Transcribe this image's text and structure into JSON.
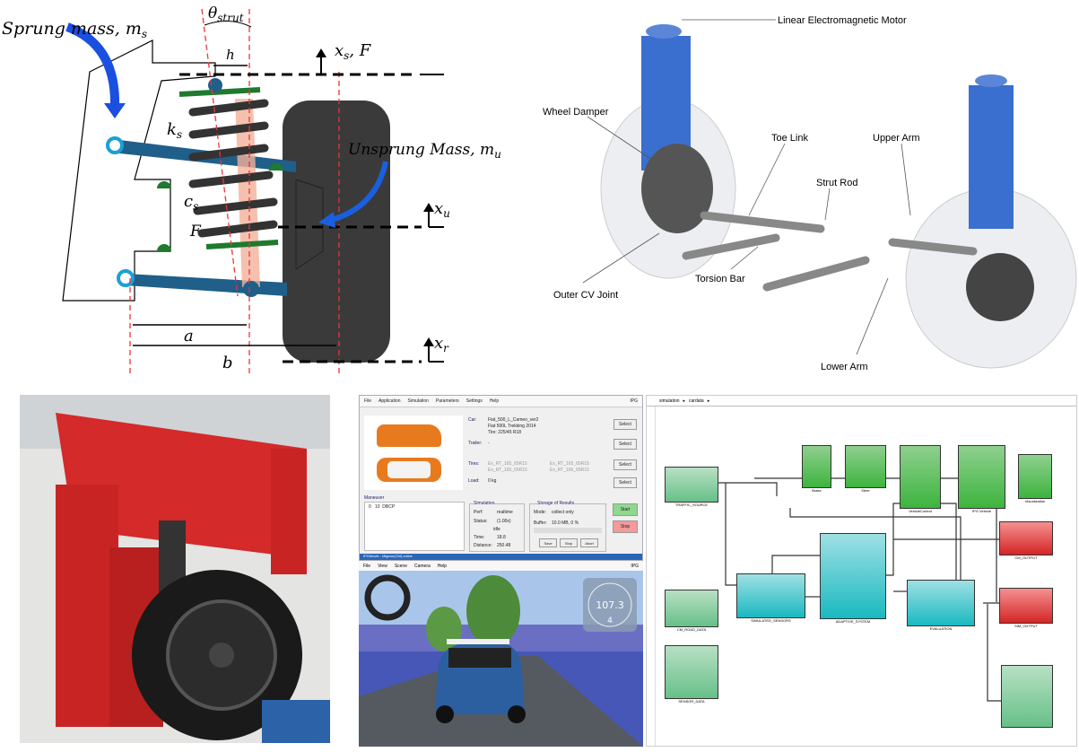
{
  "diagram": {
    "sprung_mass": "Sprung mass, m",
    "sprung_sub": "s",
    "theta": "θ",
    "theta_sub": "strut",
    "h": "h",
    "xs": "x",
    "xs_sub": "s",
    "xs_suffix": ", F",
    "ks": "k",
    "ks_sub": "s",
    "unsprung": "Unsprung Mass, m",
    "unsprung_sub": "u",
    "cs": "c",
    "cs_sub": "s",
    "F": "F",
    "xu": "x",
    "xu_sub": "u",
    "a": "a",
    "b": "b",
    "xr": "x",
    "xr_sub": "r"
  },
  "render": {
    "labels": [
      "Linear Electromagnetic Motor",
      "Wheel Damper",
      "Toe Link",
      "Upper Arm",
      "Strut Rod",
      "Torsion Bar",
      "Outer CV Joint",
      "Lower Arm"
    ]
  },
  "sim": {
    "menu": [
      "File",
      "Application",
      "Simulation",
      "Parameters",
      "Settings",
      "Help"
    ],
    "logo": "IPG",
    "car_label": "Car:",
    "car_lines": [
      "Fiat_500_L_Cameo_ver2",
      "Fiat 500L Trekking 2014",
      "Tire: 225/45 R18"
    ],
    "trailer_label": "Trailer:",
    "trailer_value": "-",
    "tires_label": "Tires:",
    "tires": [
      "Ex_RT_165_65R15",
      "Ex_RT_165_65R15",
      "Ex_RT_165_65R15",
      "Ex_RT_165_65R15"
    ],
    "load_label": "Load:",
    "load_value": "0 kg",
    "select": "Select",
    "maneuver_label": "Maneuver",
    "maneuver_row": "0   10  DBCP",
    "simulation_label": "Simulation",
    "perf_label": "Perf:",
    "perf_value": "realtime",
    "status_label": "Status:",
    "status_value": "(1.00x)",
    "status_unit": "idle",
    "time_label": "Time:",
    "time_value": "18.8",
    "distance_label": "Distance:",
    "distance_value": "250.48",
    "storage_label": "Storage of Results",
    "mode_label": "Mode:",
    "mode_value": "collect only",
    "buffer_label": "Buffer:",
    "buffer_value": "10.0 MB, 0 %",
    "save": "Save",
    "stop_small": "Stop",
    "abort": "Abort",
    "start": "Start",
    "stop": "Stop",
    "taskbar": "IPGMovie - Mignon(CM) online"
  },
  "movie": {
    "menu": [
      "File",
      "View",
      "Scene",
      "Camera",
      "Help"
    ],
    "logo": "IPG",
    "speed": "107.3",
    "gear": "4"
  },
  "simulink": {
    "breadcrumb": [
      "simulation",
      "cardata"
    ],
    "blocks": [
      "TRAFFIC_SOURCE",
      "SIMULATED_SENSORS",
      "ADAPTIVE_SYSTEM",
      "EVALUATION",
      "CM_ROAD_DATA",
      "VehicleControl",
      "IPG Vehicle",
      "CM_OUTPUT",
      "SIM_OUTPUT",
      "SENSOR_DATA",
      "Brake",
      "Steer",
      "Visualization"
    ]
  },
  "colors": {
    "strut_blue": "#1f5f8a",
    "spring_dark": "#333333",
    "green_plate": "#1e7a2e",
    "simulink_green": "#3db43d",
    "simulink_cyan": "#19b9c0",
    "simulink_red": "#d42525",
    "rig_red": "#d42a2a"
  }
}
